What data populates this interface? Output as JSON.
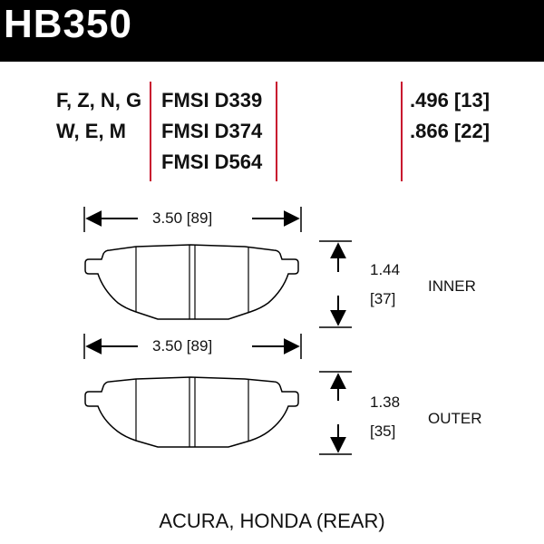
{
  "part_number": "HB350",
  "compounds": [
    "F, Z, N, G",
    "W, E, M"
  ],
  "fmsi": [
    "FMSI D339",
    "FMSI D374",
    "FMSI D564"
  ],
  "thickness": [
    ".496 [13]",
    ".866 [22]"
  ],
  "inner_pad": {
    "width_label": "3.50 [89]",
    "height_in": "1.44",
    "height_mm": "[37]",
    "label": "INNER"
  },
  "outer_pad": {
    "width_label": "3.50 [89]",
    "height_in": "1.38",
    "height_mm": "[35]",
    "label": "OUTER"
  },
  "application": "ACURA, HONDA (REAR)",
  "colors": {
    "divider": "#c8102e",
    "header": "#000000"
  }
}
